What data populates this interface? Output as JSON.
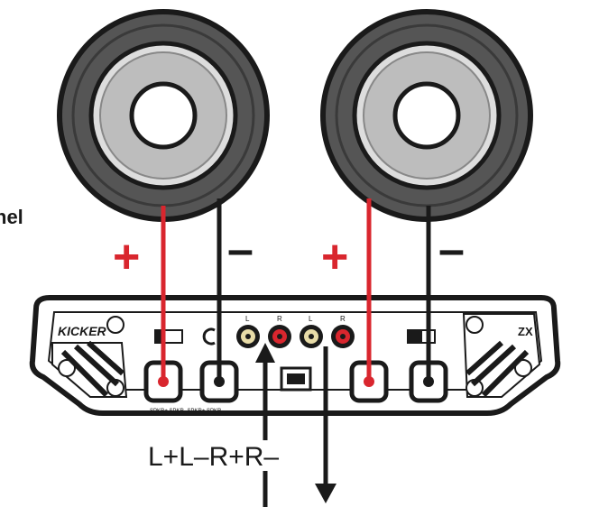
{
  "side_text": "nel",
  "signs": {
    "left_plus": "+",
    "left_minus": "–",
    "right_plus": "+",
    "right_minus": "–"
  },
  "amp": {
    "brand": "KICKER",
    "model": "ZX",
    "rca_labels": [
      "L",
      "R",
      "L",
      "R"
    ],
    "terminal_print": "SPKR+ SPKR- SPKR+ SPKR-"
  },
  "wiring_label": "L+L–R+R–",
  "colors": {
    "positive_wire": "#d9262e",
    "negative_wire": "#1a1a1a",
    "outline": "#1a1a1a",
    "speaker_gray": "#555555",
    "cone_gray": "#bdbdbd",
    "amp_fill": "#ffffff"
  },
  "icons": [
    "speaker-icon",
    "arrow-up-icon",
    "arrow-down-icon",
    "usb-port-icon"
  ]
}
